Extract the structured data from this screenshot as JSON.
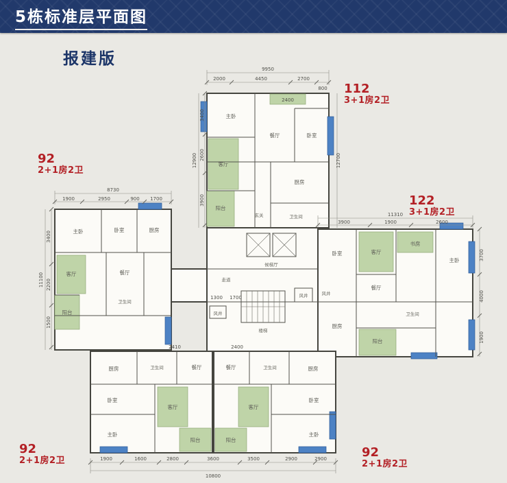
{
  "header": {
    "title": "5栋标准层平面图",
    "subtitle": "报建版"
  },
  "units": [
    {
      "number": "112",
      "type": "3+1房2卫"
    },
    {
      "number": "122",
      "type": "3+1房2卫"
    },
    {
      "number": "92",
      "type": "2+1房2卫"
    },
    {
      "number": "92",
      "type": "2+1房2卫"
    },
    {
      "number": "92",
      "type": "2+1房2卫"
    }
  ],
  "plan": {
    "rooms": {
      "top": [
        "主卧",
        "卧室",
        "客厅",
        "阳台",
        "厨房",
        "卫生间",
        "餐厅",
        "玄关"
      ],
      "left": [
        "主卧",
        "卧室",
        "厨房",
        "客厅",
        "阳台",
        "餐厅",
        "卫生间"
      ],
      "right": [
        "卧室",
        "客厅",
        "书房",
        "主卧",
        "餐厅",
        "厨房",
        "卫生间",
        "阳台",
        "风井"
      ],
      "core": [
        "候梯厅",
        "走道",
        "楼梯",
        "风井",
        "风井"
      ],
      "bl": [
        "厨房",
        "卫生间",
        "餐厅",
        "卧室",
        "主卧",
        "客厅",
        "阳台"
      ],
      "br": [
        "餐厅",
        "卫生间",
        "厨房",
        "卧室",
        "主卧",
        "客厅",
        "阳台"
      ]
    },
    "dims": {
      "top_total": "9950",
      "top_segs": [
        "2000",
        "4450",
        "2700",
        "800"
      ],
      "top_left_total": "12900",
      "top_left_segs": [
        "3400",
        "2600",
        "3900"
      ],
      "top_right_total": "12700",
      "top_green": "2400",
      "left_total": "8730",
      "left_segs": [
        "1900",
        "2950",
        "900",
        "1700"
      ],
      "left_side_total": "11100",
      "left_side_segs": [
        "3400",
        "2200",
        "1500"
      ],
      "right_total": "11310",
      "right_segs": [
        "3900",
        "1900",
        "2600"
      ],
      "right_side_segs": [
        "3700",
        "4000",
        "1900"
      ],
      "bottom_total": "10800",
      "bottom_segs": [
        "1900",
        "1600",
        "2800",
        "3600",
        "3500",
        "2900",
        "2900"
      ],
      "center_segs": [
        "1300",
        "1700"
      ],
      "bw_segs": [
        "2410",
        "2400"
      ]
    }
  },
  "colors": {
    "header": "#21396b",
    "accent_red": "#b32025",
    "green": "#bfd4a8",
    "blue": "#4d82c4"
  }
}
